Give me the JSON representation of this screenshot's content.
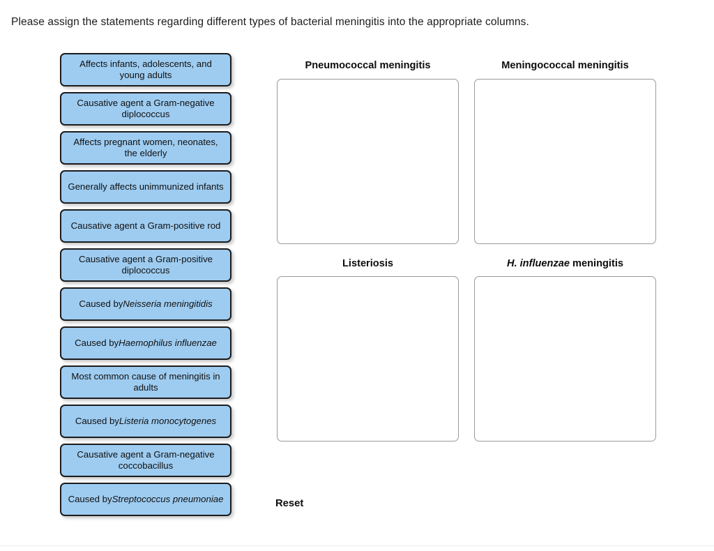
{
  "prompt": "Please assign the statements regarding different types of bacterial meningitis into the appropriate columns.",
  "colors": {
    "card_fill": "#9ECCF1",
    "card_border": "#1c1c1c",
    "zone_border": "#9a9a9a",
    "page_background": "#ffffff",
    "text": "#1a1a1a"
  },
  "cards": [
    {
      "id": "card-1",
      "text": "Affects infants, adolescents, and young adults",
      "italic_part": ""
    },
    {
      "id": "card-2",
      "text": "Causative agent a Gram-negative diplococcus",
      "italic_part": ""
    },
    {
      "id": "card-3",
      "text": "Affects pregnant women, neonates, the elderly",
      "italic_part": ""
    },
    {
      "id": "card-4",
      "text": "Generally affects unimmunized infants",
      "italic_part": ""
    },
    {
      "id": "card-5",
      "text": "Causative agent a Gram-positive rod",
      "italic_part": ""
    },
    {
      "id": "card-6",
      "text": "Causative agent a Gram-positive diplococcus",
      "italic_part": ""
    },
    {
      "id": "card-7",
      "text": "Caused by Neisseria meningitidis",
      "prefix": "Caused by ",
      "italic_part": "Neisseria meningitidis"
    },
    {
      "id": "card-8",
      "text": "Caused by Haemophilus influenzae",
      "prefix": "Caused by ",
      "italic_part": "Haemophilus influenzae"
    },
    {
      "id": "card-9",
      "text": "Most common cause of meningitis in adults",
      "italic_part": ""
    },
    {
      "id": "card-10",
      "text": "Caused by Listeria monocytogenes",
      "prefix": "Caused by ",
      "italic_part": "Listeria monocytogenes"
    },
    {
      "id": "card-11",
      "text": "Causative agent a Gram-negative coccobacillus",
      "italic_part": ""
    },
    {
      "id": "card-12",
      "text": "Caused by Streptococcus pneumoniae",
      "prefix": "Caused by ",
      "italic_part": "Streptococcus pneumoniae"
    }
  ],
  "zones": [
    {
      "id": "zone-pneumococcal",
      "title": "Pneumococcal meningitis",
      "italic_part": "",
      "plain_part": "Pneumococcal meningitis",
      "items": []
    },
    {
      "id": "zone-meningococcal",
      "title": "Meningococcal meningitis",
      "italic_part": "",
      "plain_part": "Meningococcal meningitis",
      "items": []
    },
    {
      "id": "zone-listeriosis",
      "title": "Listeriosis",
      "italic_part": "",
      "plain_part": "Listeriosis",
      "items": []
    },
    {
      "id": "zone-hinfluenzae",
      "title": "H. influenzae meningitis",
      "italic_part": "H. influenzae",
      "plain_part": " meningitis",
      "items": []
    }
  ],
  "reset_label": "Reset"
}
